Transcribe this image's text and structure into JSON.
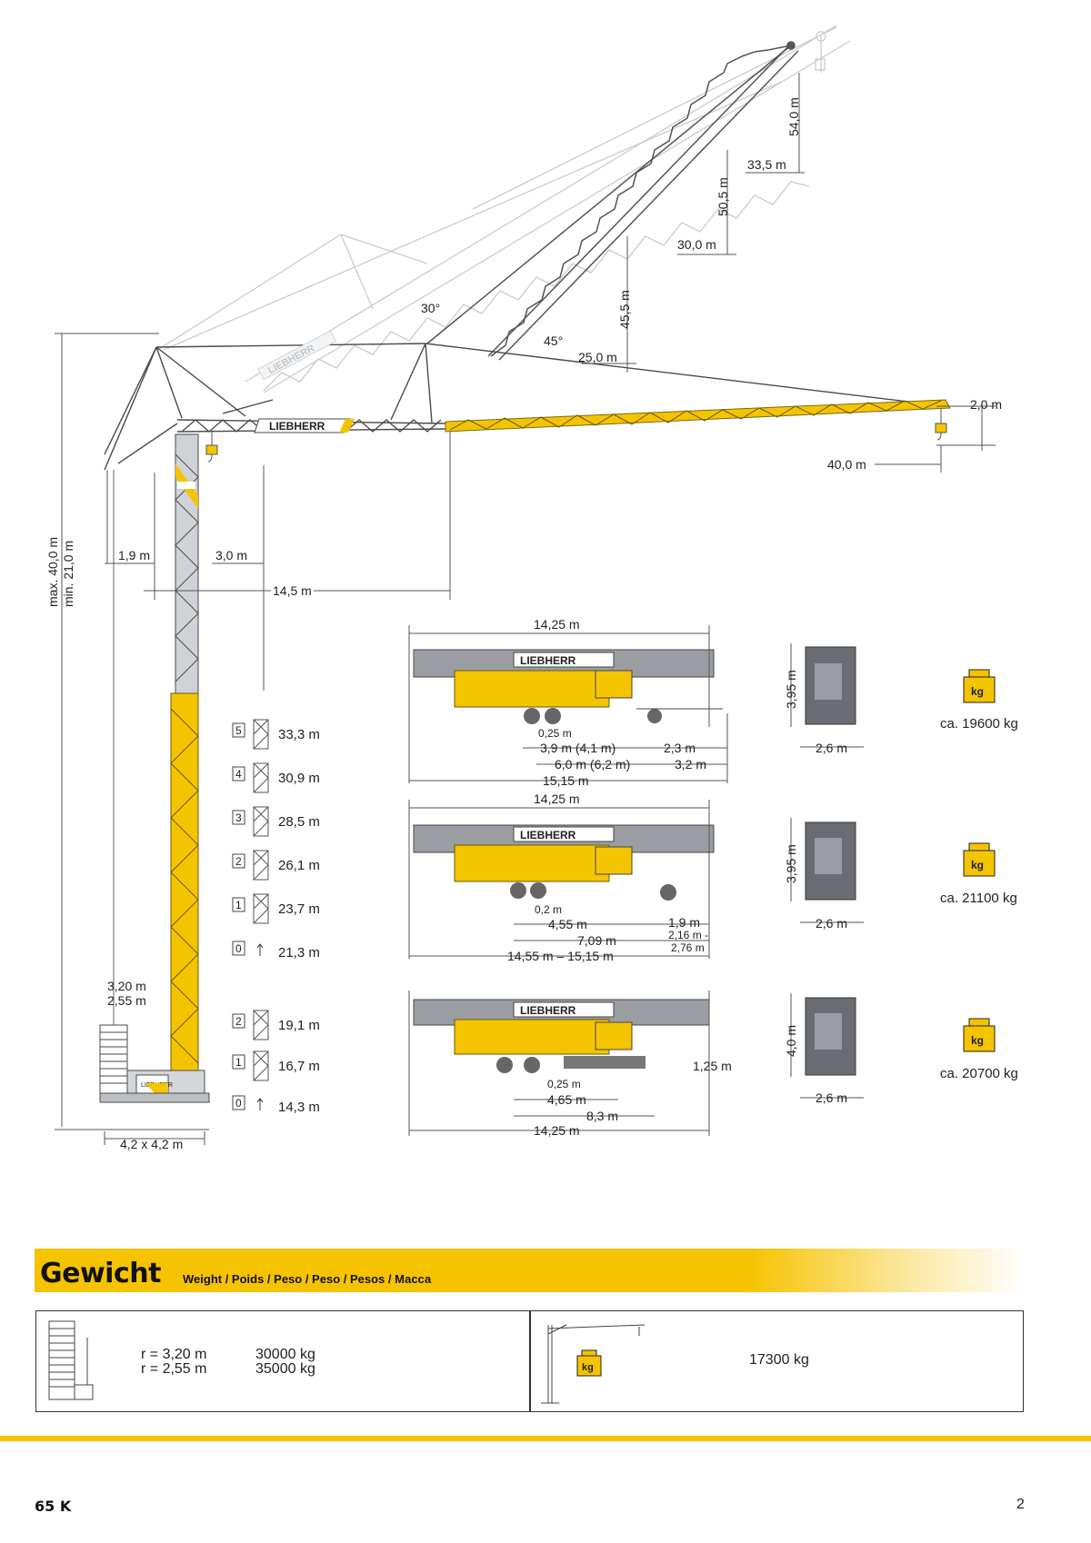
{
  "main_crane": {
    "height_max": "max. 40,0 m",
    "height_min": "min. 21,0 m",
    "jib_dims": {
      "radius_40": "40,0 m",
      "hook_offset": "2,0 m",
      "radius_14_5": "14,5 m",
      "dim_1_9": "1,9 m",
      "dim_3_0": "3,0 m",
      "base": "4,2 x 4,2 m",
      "ballast_radius_1": "3,20 m",
      "ballast_radius_2": "2,55 m"
    },
    "luffing": {
      "angle_30": "30°",
      "angle_45": "45°",
      "h_54": "54,0 m",
      "r_33_5": "33,5 m",
      "h_50_5": "50,5 m",
      "r_30": "30,0 m",
      "h_45_5": "45,5 m",
      "r_25": "25,0 m"
    },
    "brand": "LIEBHERR"
  },
  "tower_heights_upper": [
    {
      "section": "5",
      "height": "33,3 m"
    },
    {
      "section": "4",
      "height": "30,9 m"
    },
    {
      "section": "3",
      "height": "28,5 m"
    },
    {
      "section": "2",
      "height": "26,1 m"
    },
    {
      "section": "1",
      "height": "23,7 m"
    },
    {
      "section": "0",
      "height": "21,3 m"
    }
  ],
  "tower_heights_lower": [
    {
      "section": "2",
      "height": "19,1 m"
    },
    {
      "section": "1",
      "height": "16,7 m"
    },
    {
      "section": "0",
      "height": "14,3 m"
    }
  ],
  "transport_configs": [
    {
      "length_top": "14,25 m",
      "dims": [
        "0,25 m",
        "3,9 m (4,1 m)",
        "2,3 m",
        "6,0 m (6,2 m)",
        "3,2 m",
        "15,15 m"
      ],
      "height": "3,95 m",
      "width": "2,6 m",
      "weight": "ca. 19600 kg"
    },
    {
      "length_top": "14,25 m",
      "dims": [
        "0,2 m",
        "4,55 m",
        "1,9 m",
        "2,16 m -",
        "2,76 m",
        "7,09 m",
        "14,55 m – 15,15 m"
      ],
      "height": "3,95 m",
      "width": "2,6 m",
      "weight": "ca. 21100 kg"
    },
    {
      "length_top": "",
      "dims": [
        "0,25 m",
        "4,65 m",
        "8,3 m",
        "14,25 m",
        "1,25 m"
      ],
      "height": "4,0 m",
      "width": "2,6 m",
      "weight": "ca. 20700 kg"
    }
  ],
  "weight_section": {
    "title": "Gewicht",
    "subtitle": "Weight / Poids / Peso / Peso / Pesos / Масса",
    "ballast": [
      {
        "r": "r = 3,20 m",
        "kg": "30000 kg"
      },
      {
        "r": "r = 2,55 m",
        "kg": "35000 kg"
      }
    ],
    "crane_weight": "17300 kg",
    "kg_icon": "kg"
  },
  "footer": {
    "model": "65 K",
    "page": "2"
  },
  "colors": {
    "accent": "#f6c300",
    "steel": "#4a4a4a",
    "ghost": "#c9ccd0"
  }
}
